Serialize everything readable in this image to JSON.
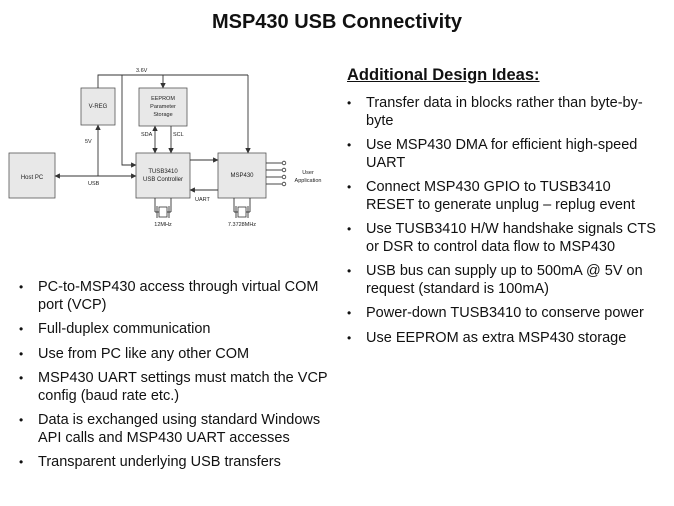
{
  "title": "MSP430 USB Connectivity",
  "diagram": {
    "host_pc": "Host PC",
    "vreg": "V-REG",
    "eeprom_line1": "EEPROM",
    "eeprom_line2": "Parameter",
    "eeprom_line3": "Storage",
    "tusb_line1": "TUSB3410",
    "tusb_line2": "USB Controller",
    "msp430": "MSP430",
    "label_3v8": "3.6V",
    "label_5v": "5V",
    "label_usb": "USB",
    "label_sda": "SDA",
    "label_scl": "SCL",
    "label_uart": "UART",
    "label_user1": "User",
    "label_user2": "Application",
    "crystal1": "12MHz",
    "crystal2": "7.3728MHz"
  },
  "right": {
    "heading": "Additional  Design Ideas:",
    "items": [
      "Transfer data in blocks rather than byte-by-byte",
      "Use MSP430 DMA for efficient high-speed UART",
      "Connect MSP430 GPIO to TUSB3410 RESET to generate unplug  – replug event",
      "Use TUSB3410 H/W handshake signals CTS or DSR to control data flow to MSP430",
      "USB bus can supply up to 500mA @ 5V on request (standard is 100mA)",
      "Power-down TUSB3410 to conserve power",
      "Use EEPROM as extra MSP430 storage"
    ]
  },
  "left": {
    "items": [
      "PC-to-MSP430 access through virtual COM port (VCP)",
      "Full-duplex  communication",
      "Use from PC like any other COM",
      "MSP430 UART settings must match the VCP config (baud rate etc.)",
      "Data is exchanged using standard Windows API calls and MSP430 UART accesses",
      "Transparent underlying  USB transfers"
    ]
  }
}
